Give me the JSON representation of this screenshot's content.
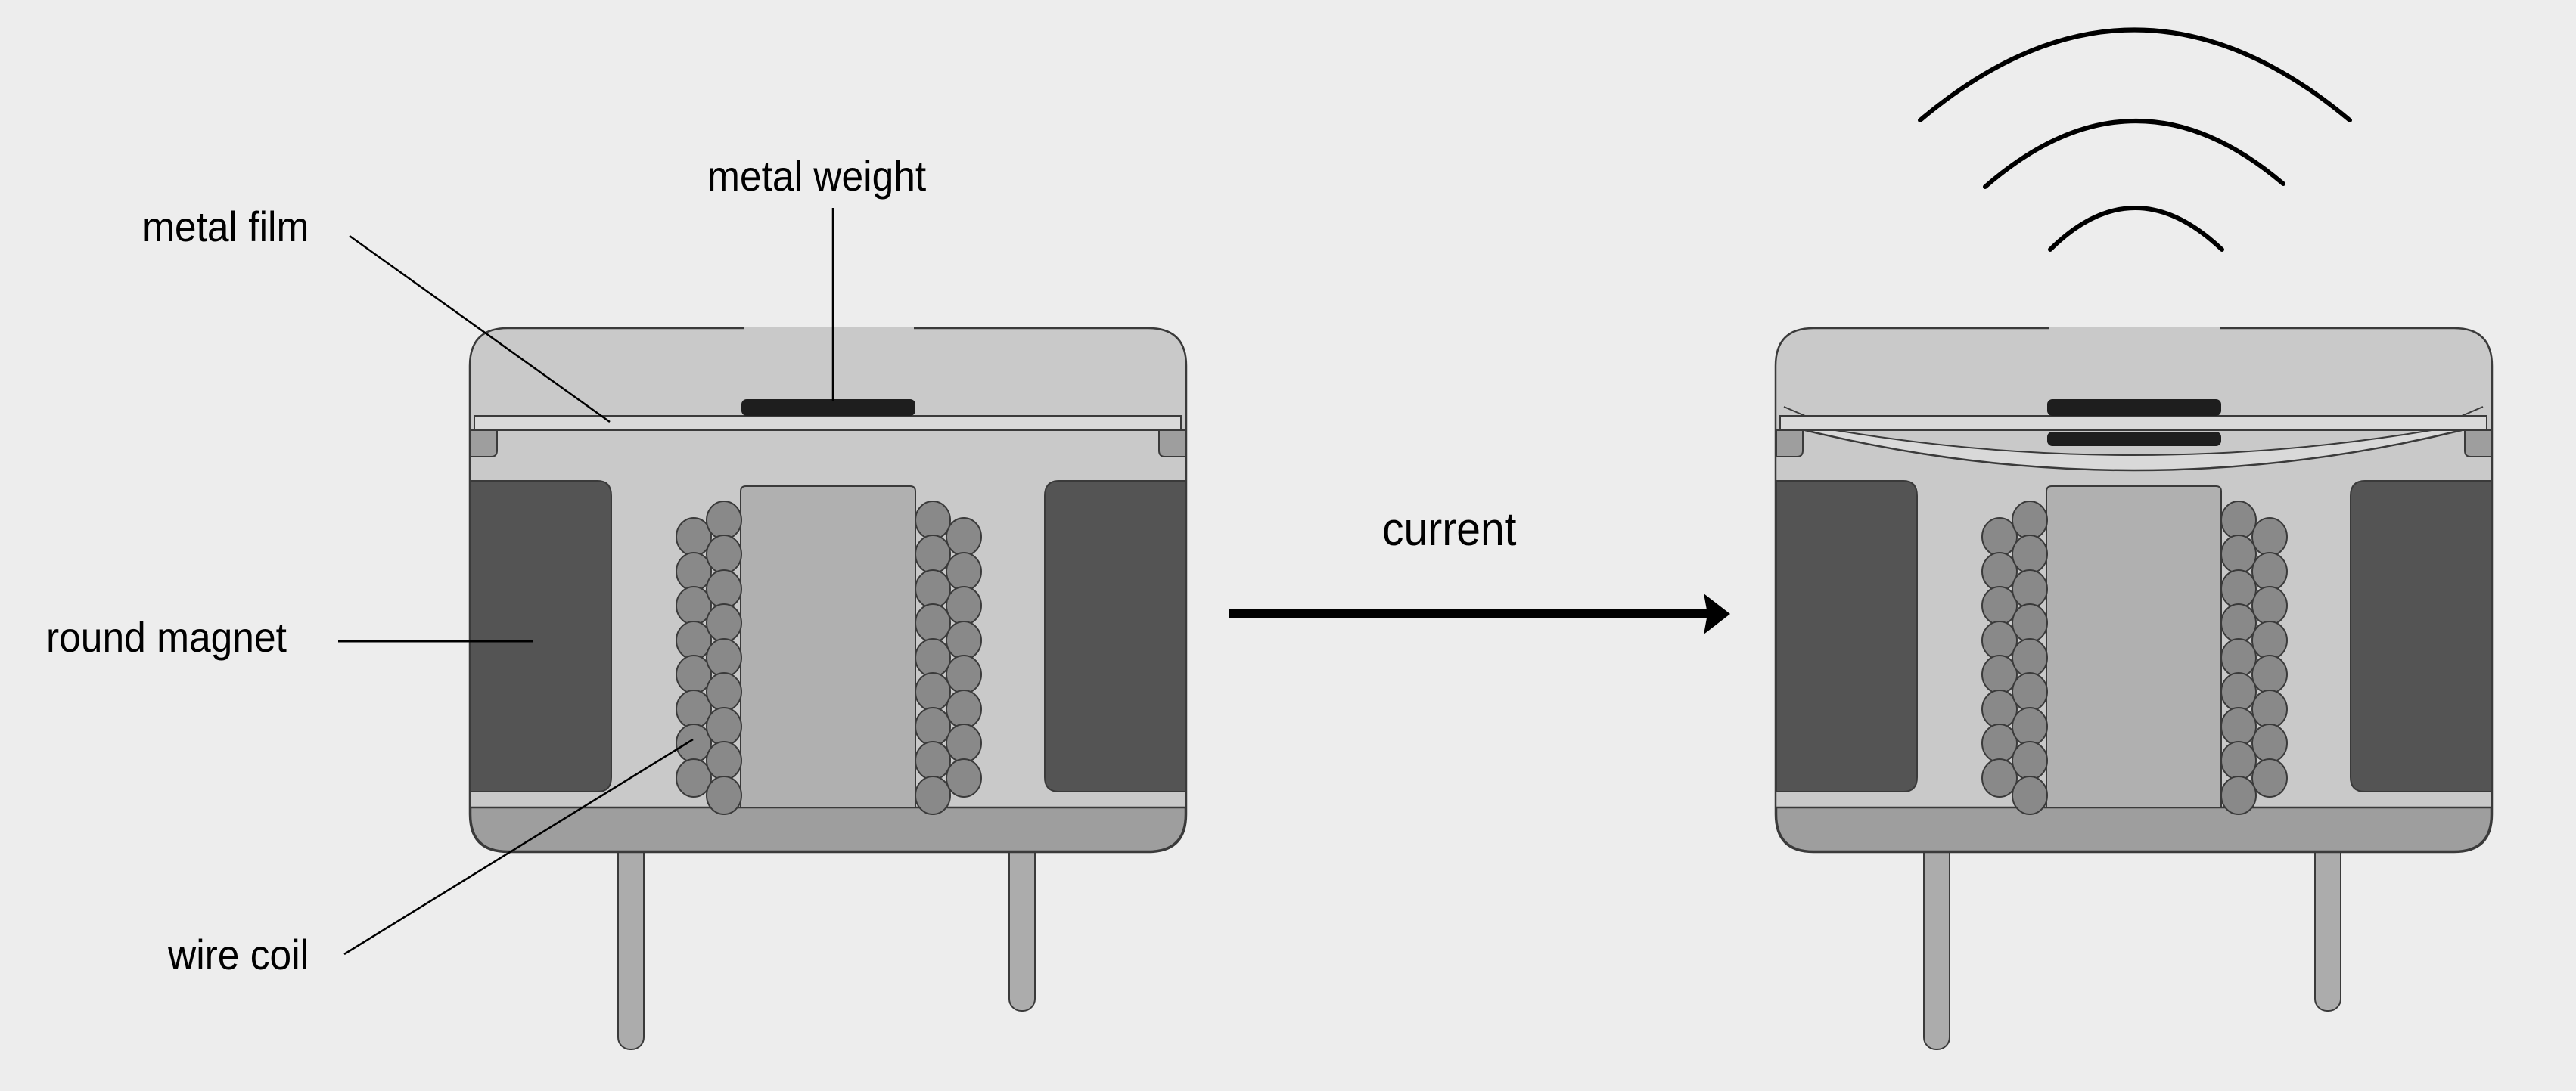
{
  "diagram": {
    "title": "Speaker / buzzer operation: current applied causes metal film to vibrate and emit sound",
    "background": "#ededed",
    "colors": {
      "housing": "#c9c9c9",
      "film": "#d9d9d9",
      "tab": "#9e9e9e",
      "magnet": "#545454",
      "core": "#b0b0b0",
      "coil": "#898989",
      "base": "#9e9e9e",
      "leg": "#acacac",
      "weight": "#1e1e1e",
      "outline": "#3a3a3a",
      "leader": "#000000"
    },
    "labels": {
      "metal_weight": "metal weight",
      "metal_film": "metal film",
      "round_magnet": "round magnet",
      "wire_coil": "wire coil",
      "current": "current"
    },
    "left_speaker": {
      "state": "at rest",
      "coil_inner_count": 9,
      "coil_outer_count": 8,
      "weights": 1,
      "film": "flat"
    },
    "right_speaker": {
      "state": "energized",
      "coil_inner_count": 9,
      "coil_outer_count": 8,
      "weights": 2,
      "film": "deflected downward",
      "sound_waves": 3
    },
    "arrow": {
      "direction": "right",
      "label": "current"
    }
  }
}
